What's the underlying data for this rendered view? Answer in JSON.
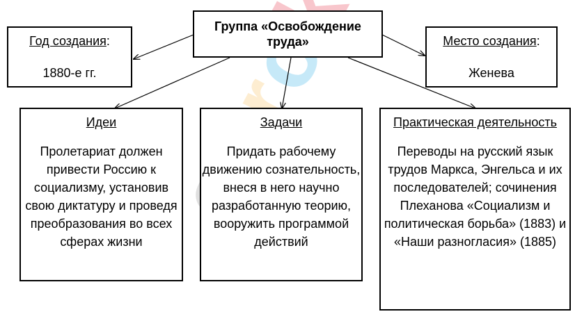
{
  "root": {
    "title": "Группа «Освобождение труда»"
  },
  "year": {
    "head": "Год создания",
    "suffix": ":",
    "value": "1880-е гг."
  },
  "place": {
    "head": "Место создания",
    "suffix": ":",
    "value": "Женева"
  },
  "ideas": {
    "head": "Идеи",
    "text": "Пролетариат должен привести Россию к социализму, установив свою диктатуру и проведя преобразования во всех сферах жизни"
  },
  "tasks": {
    "head": "Задачи",
    "text": "Придать рабочему движению сознательность, внеся в него научно разработанную теорию, вооружить программой действий"
  },
  "practice": {
    "head": "Практическая деятельность",
    "text": "Переводы на русский язык трудов Маркса, Энгельса и их последователей; сочинения Плеханова «Социализм и политическая борьба» (1883) и «Наши разногласия» (1885)"
  },
  "watermark": {
    "text": "euroki",
    "colors": [
      "#e2001a",
      "#f9b233",
      "#00a0e3"
    ]
  }
}
